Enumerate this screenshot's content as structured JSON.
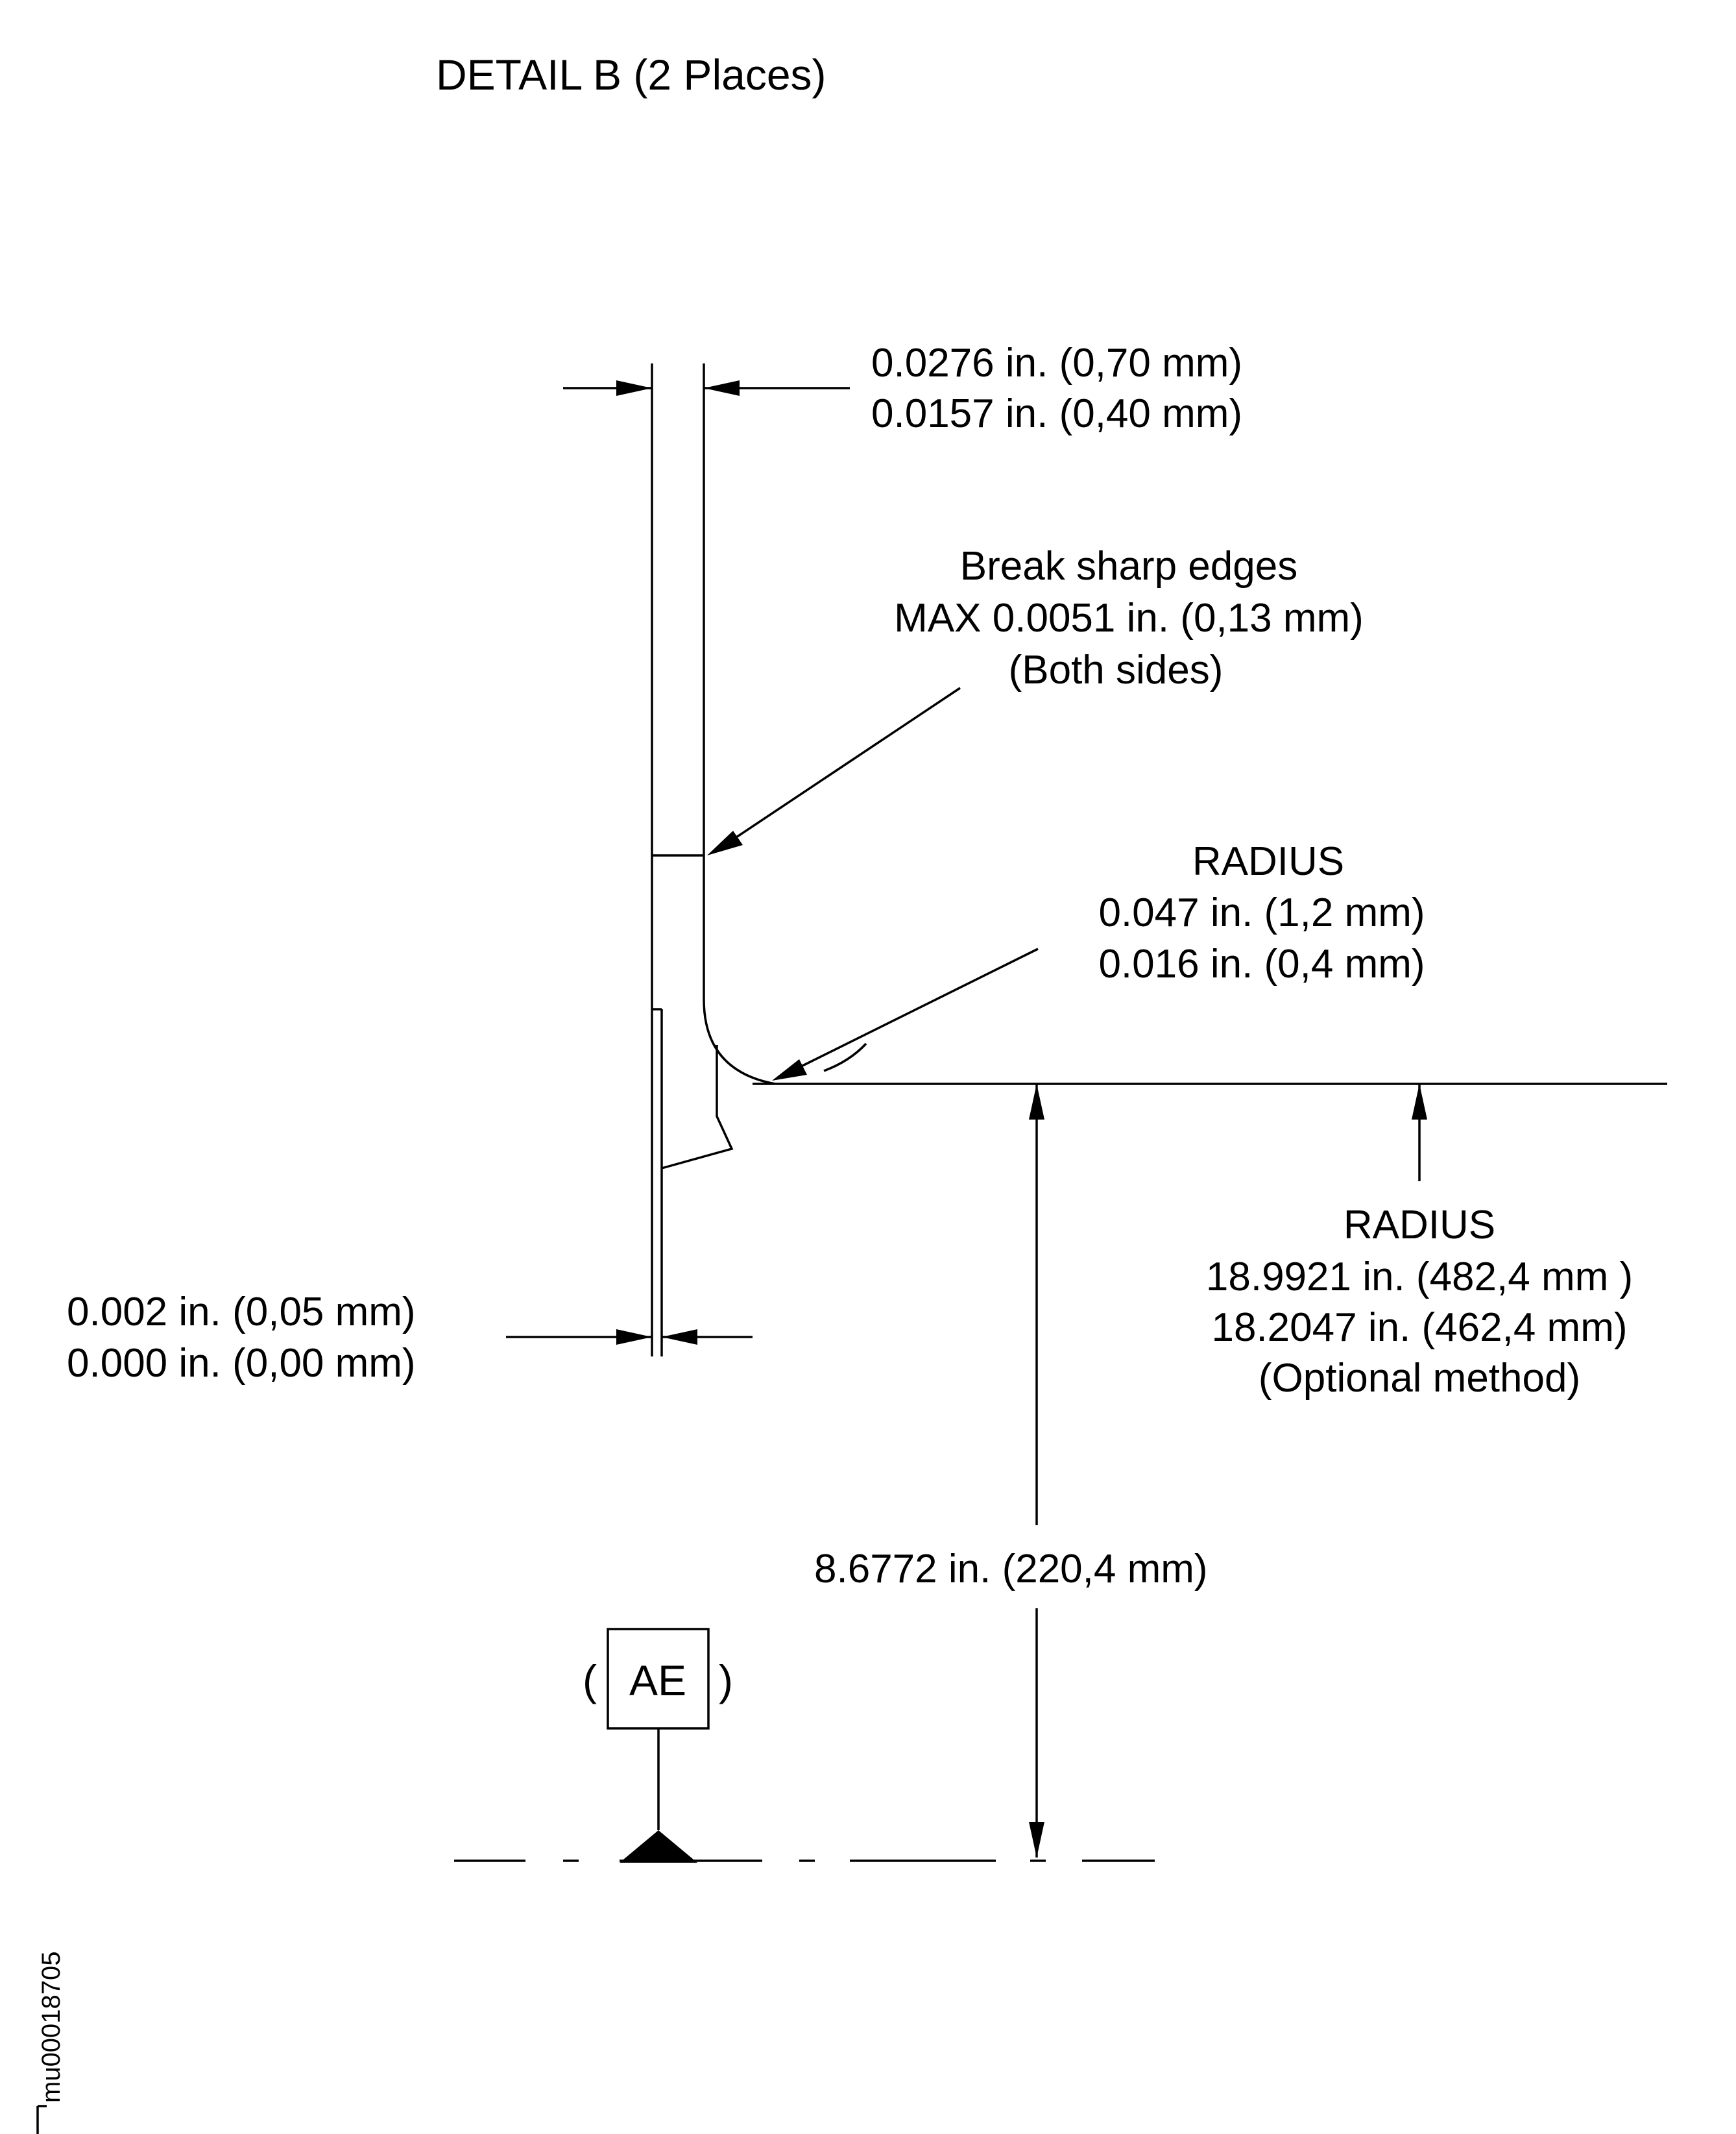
{
  "title": "DETAIL B  (2 Places)",
  "dim_top": {
    "line1": "0.0276 in. (0,70 mm)",
    "line2": "0.0157 in.  (0,40 mm)"
  },
  "break_edges": {
    "line1": "Break sharp edges",
    "line2": "MAX 0.0051 in. (0,13 mm)",
    "line3": "(Both sides)"
  },
  "radius_small": {
    "line1": "RADIUS",
    "line2": "0.047 in. (1,2 mm)",
    "line3": "0.016 in. (0,4 mm)"
  },
  "radius_large": {
    "line1": "RADIUS",
    "line2": "18.9921 in. (482,4 mm )",
    "line3": "18.2047 in. (462,4 mm)",
    "line4": "(Optional method)"
  },
  "dim_left": {
    "line1": "0.002 in. (0,05 mm)",
    "line2": "0.000 in. (0,00 mm)"
  },
  "dim_height": "8.6772 in. (220,4 mm)",
  "datum": {
    "open": "(",
    "label": "AE",
    "close": ")"
  },
  "figure_id": "mu00018705"
}
